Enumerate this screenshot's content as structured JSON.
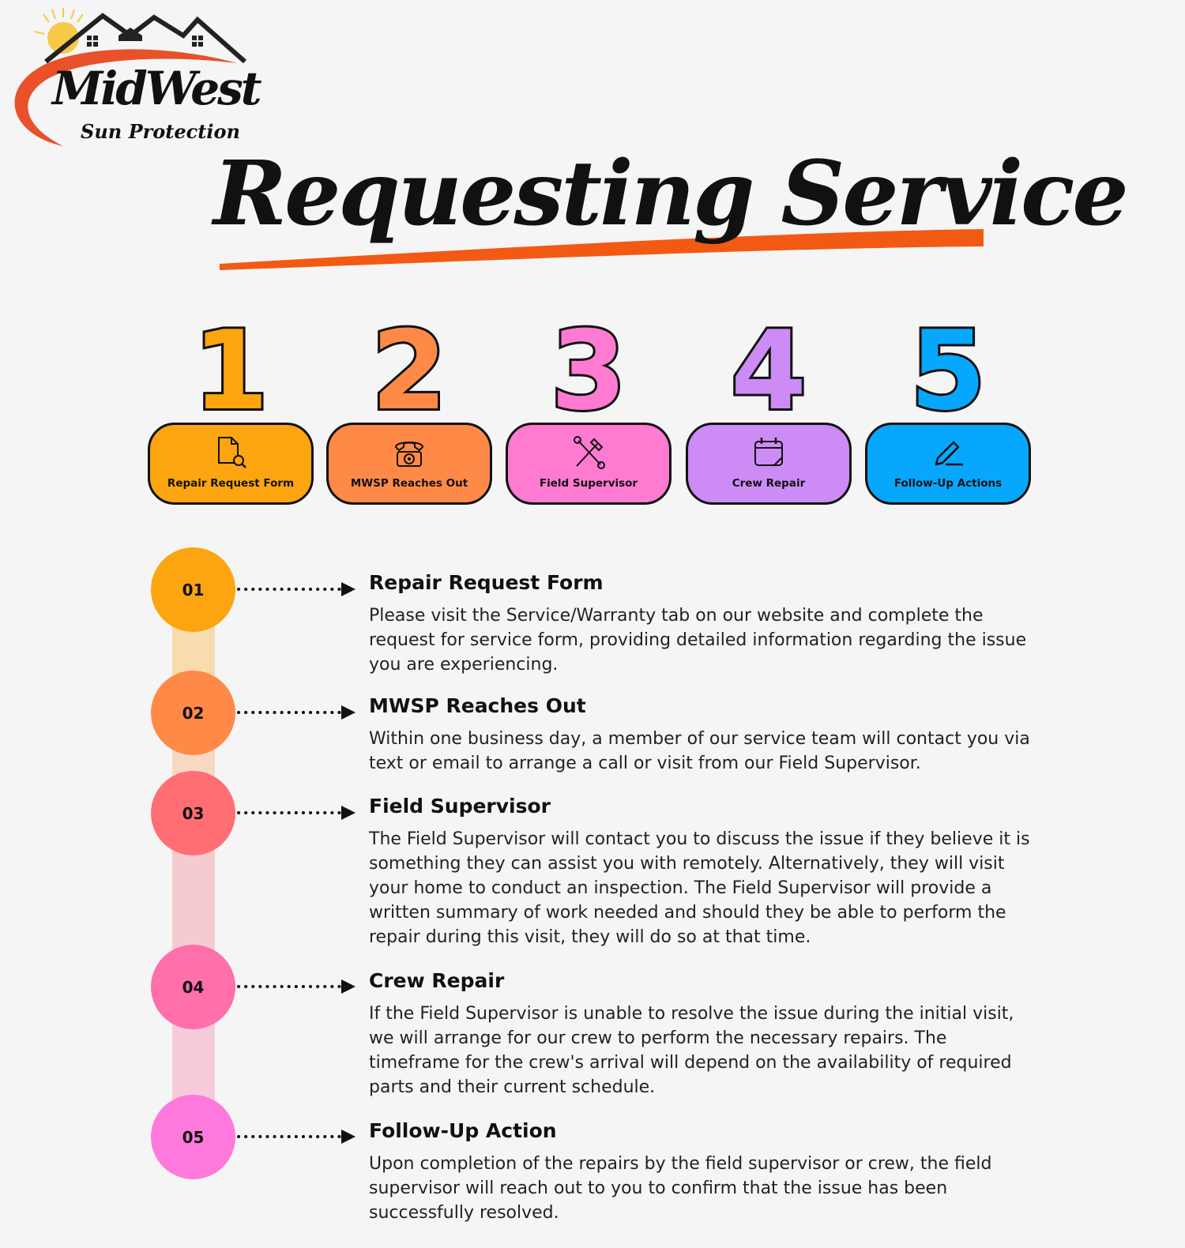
{
  "logo": {
    "brand": "MidWest",
    "tagline": "Sun Protection",
    "icons": [
      "sun-icon",
      "house-roof-icon",
      "swoosh-icon"
    ],
    "colors": {
      "sun": "#f7c948",
      "swoosh": "#e8512a"
    }
  },
  "title": "Requesting Service",
  "title_underline_color": "#f25a14",
  "steps": [
    {
      "number": "1",
      "label": "Repair Request Form",
      "icon": "document-search-icon",
      "color": "#fca510",
      "box_color": "#fca510"
    },
    {
      "number": "2",
      "label": "MWSP Reaches Out",
      "icon": "telephone-icon",
      "color": "#ff8a48",
      "box_color": "#ff8a48"
    },
    {
      "number": "3",
      "label": "Field Supervisor",
      "icon": "tools-icon",
      "color": "#ff7ad1",
      "box_color": "#ff7ad1"
    },
    {
      "number": "4",
      "label": "Crew Repair",
      "icon": "calendar-icon",
      "color": "#cc8bf5",
      "box_color": "#cc8bf5"
    },
    {
      "number": "5",
      "label": "Follow-Up Actions",
      "icon": "pencil-icon",
      "color": "#06a7fc",
      "box_color": "#06a7fc"
    }
  ],
  "timeline": [
    {
      "id": "01",
      "title": "Repair Request Form",
      "text": "Please visit the Service/Warranty tab on our website and complete the request for service form, providing detailed information regarding the issue you are experiencing.",
      "color": "#fca510"
    },
    {
      "id": "02",
      "title": "MWSP Reaches Out",
      "text": "Within one business day, a member of our service team will contact you via text or email to arrange a call or visit from our Field Supervisor.",
      "color": "#ff8a48"
    },
    {
      "id": "03",
      "title": "Field Supervisor",
      "text": "The Field Supervisor will contact you to discuss the issue if they believe it is something they can assist you with remotely. Alternatively, they will visit your home to conduct an inspection. The Field Supervisor will provide a written summary of work needed and should they be able to perform the repair during this visit, they will do so at that time.",
      "color": "#ff6e73"
    },
    {
      "id": "04",
      "title": "Crew Repair",
      "text": "If the Field Supervisor is unable to resolve the issue during the initial visit, we will arrange for our crew to perform the necessary repairs. The timeframe for the crew's arrival will depend on the availability of required parts and their current schedule.",
      "color": "#ff6fa9"
    },
    {
      "id": "05",
      "title": "Follow-Up Action",
      "text": "Upon completion of the repairs by the field supervisor or crew, the field supervisor will reach out to you to confirm that the issue has been successfully resolved.",
      "color": "#ff79dc"
    }
  ],
  "timeline_bar_colors": [
    "#f8dcae",
    "#f7d8c0",
    "#f6cbcf",
    "#f5cadb"
  ]
}
